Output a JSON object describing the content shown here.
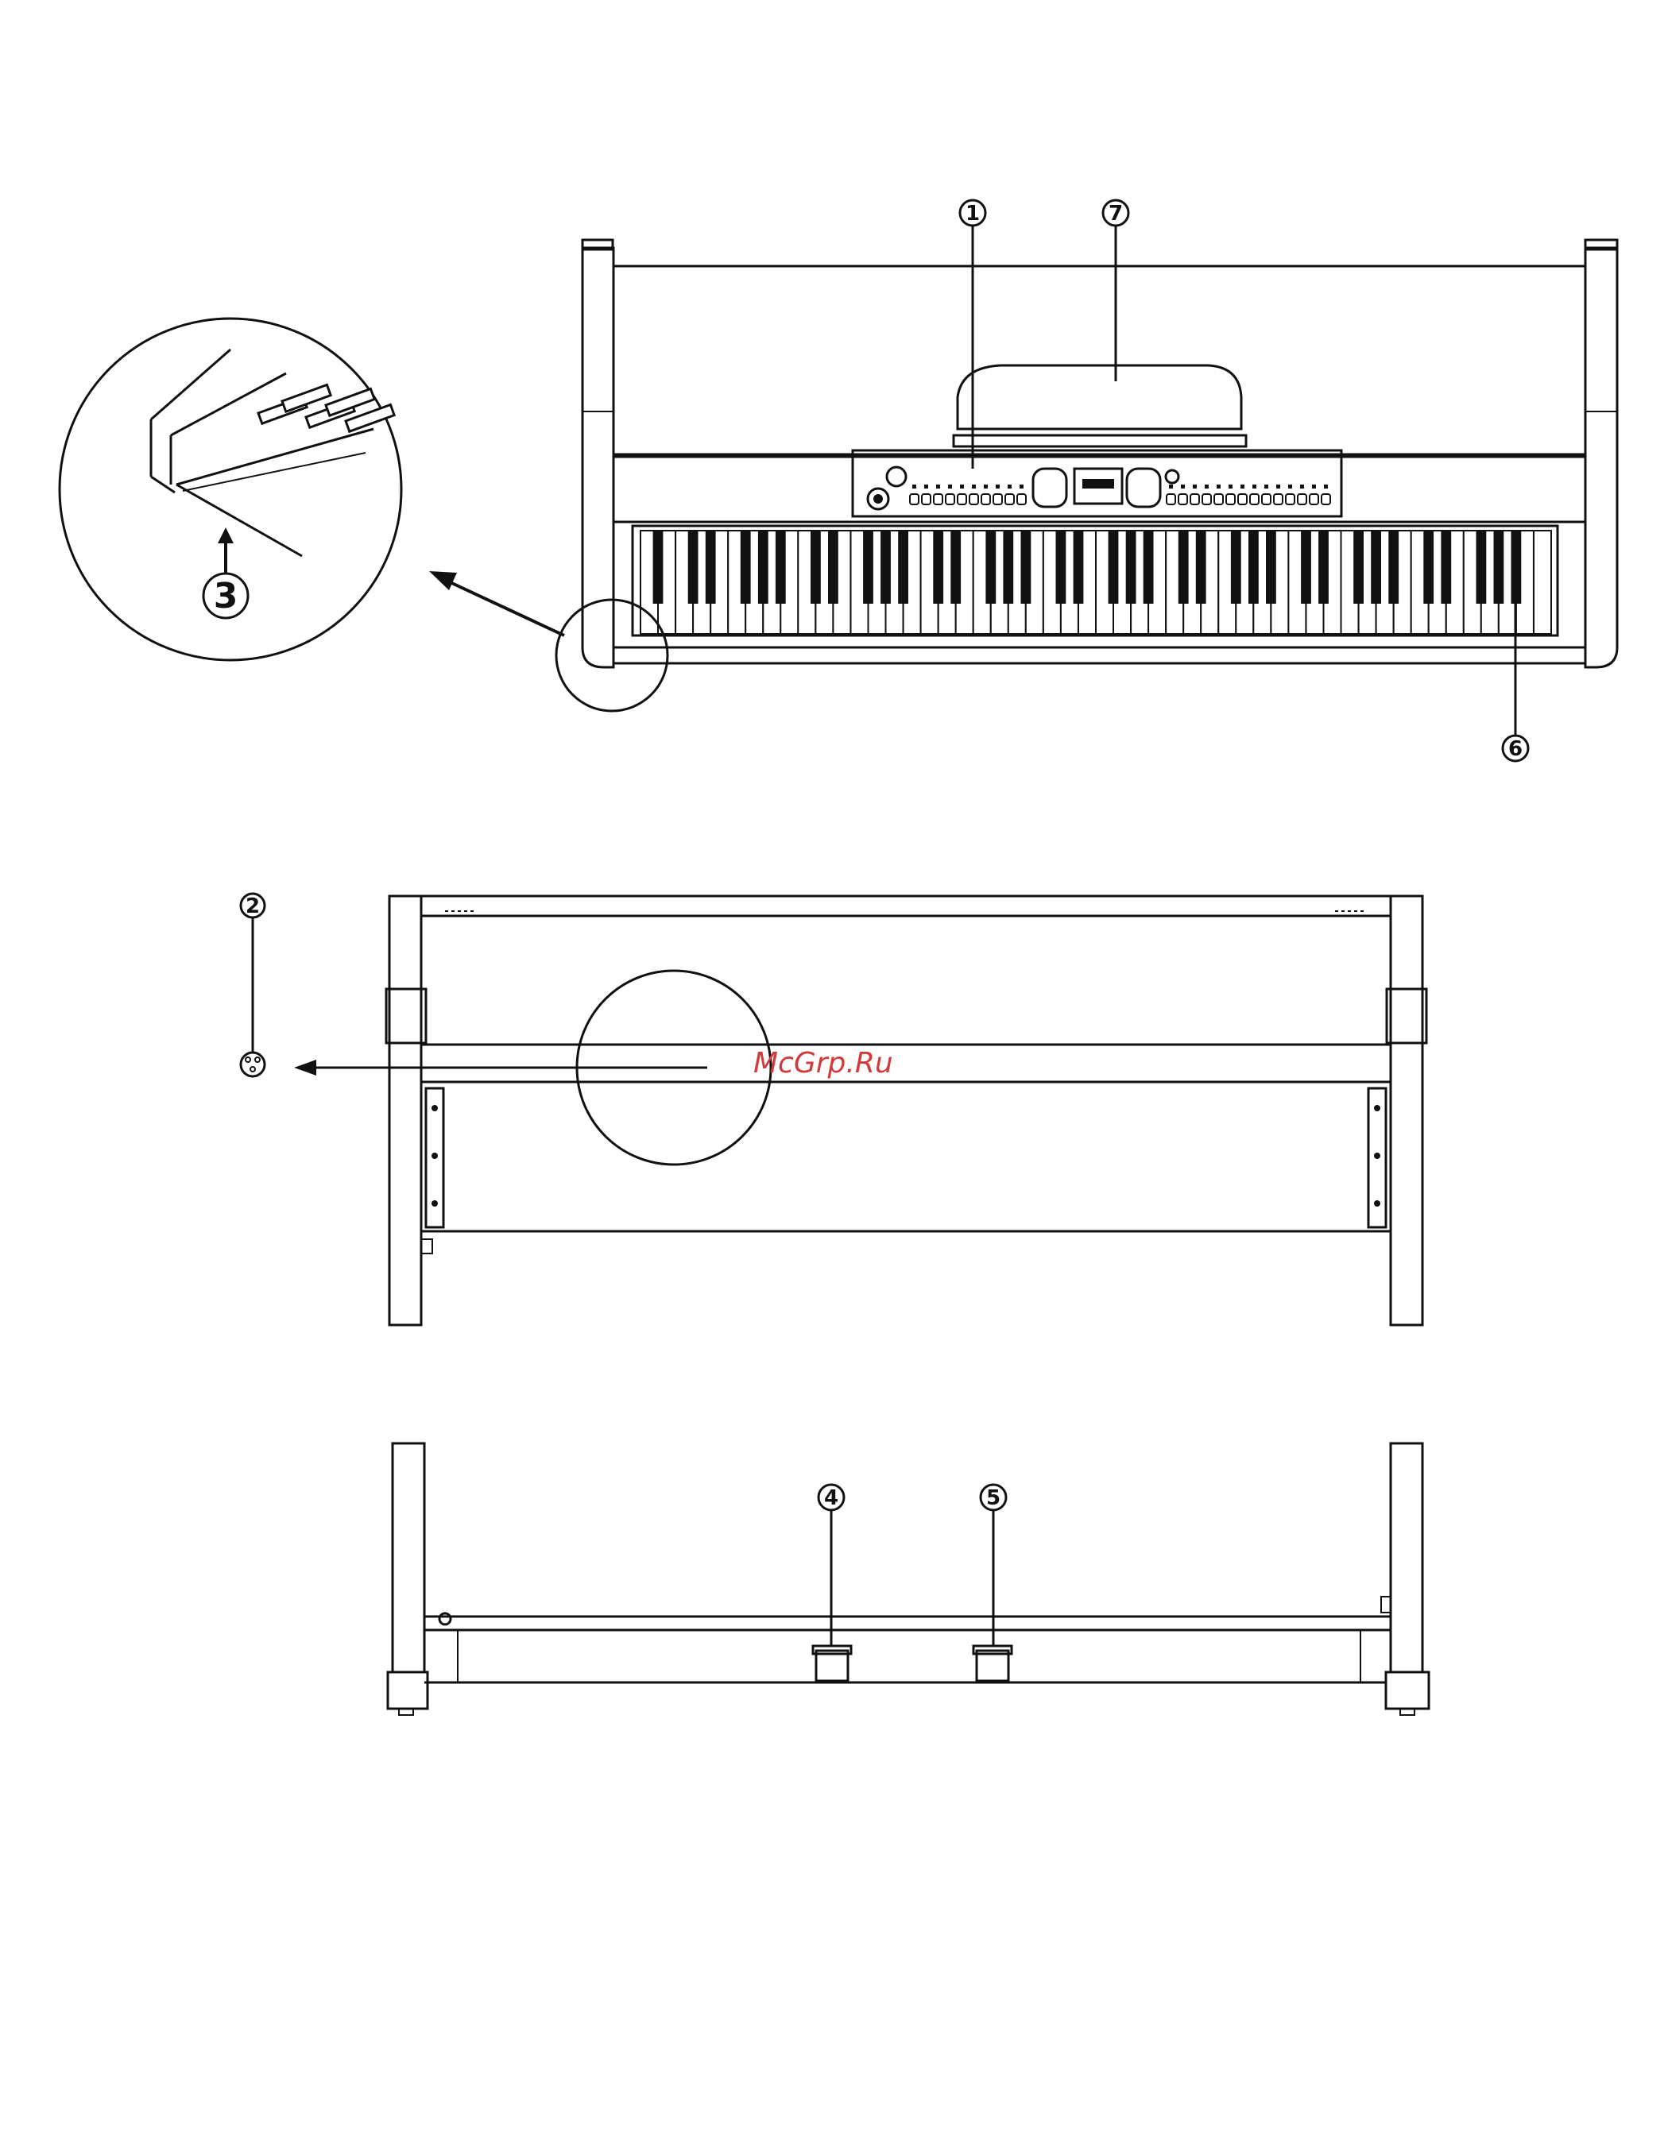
{
  "callouts": {
    "c1": "1",
    "c2": "2",
    "c3": "3",
    "c4": "4",
    "c5": "5",
    "c6": "6",
    "c7": "7"
  },
  "watermark": "McGrp.Ru",
  "keyboard": {
    "white_key_count": 52
  }
}
